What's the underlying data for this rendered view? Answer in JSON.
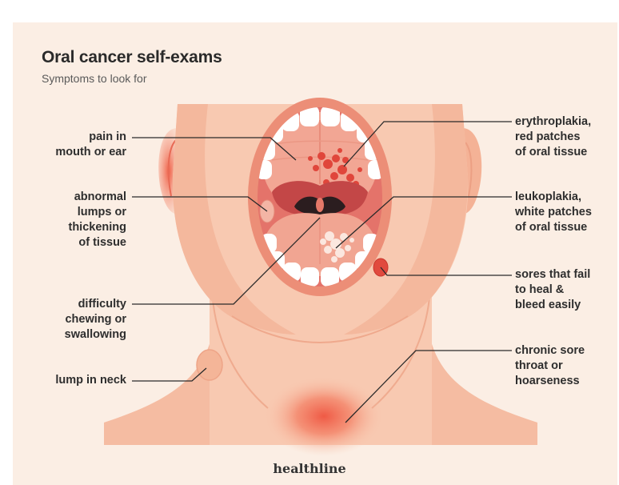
{
  "header": {
    "title": "Oral cancer self-exams",
    "subtitle": "Symptoms to look for"
  },
  "labels": {
    "left": [
      {
        "id": "pain",
        "text": "pain in\nmouth or ear"
      },
      {
        "id": "lumps",
        "text": "abnormal\nlumps or\nthickening\nof tissue"
      },
      {
        "id": "chewing",
        "text": "difficulty\nchewing or\nswallowing"
      },
      {
        "id": "neck",
        "text": "lump in neck"
      }
    ],
    "right": [
      {
        "id": "erythroplakia",
        "text": "erythroplakia,\nred patches\nof oral tissue"
      },
      {
        "id": "leukoplakia",
        "text": "leukoplakia,\nwhite patches\nof oral tissue"
      },
      {
        "id": "sores",
        "text": "sores that fail\nto heal &\nbleed easily"
      },
      {
        "id": "throat",
        "text": "chronic sore\nthroat or\nhoarseness"
      }
    ]
  },
  "footer": {
    "brand": "healthline"
  },
  "colors": {
    "background": "#fbeee4",
    "skin": "#f8c9b1",
    "skin_shadow": "#f3b197",
    "lips": "#ec8e77",
    "mouth_inner": "#e4736a",
    "teeth": "#ffffff",
    "red_patch": "#e0463b",
    "leader_lines": "#2a2a2a",
    "text": "#2e2e2e"
  }
}
